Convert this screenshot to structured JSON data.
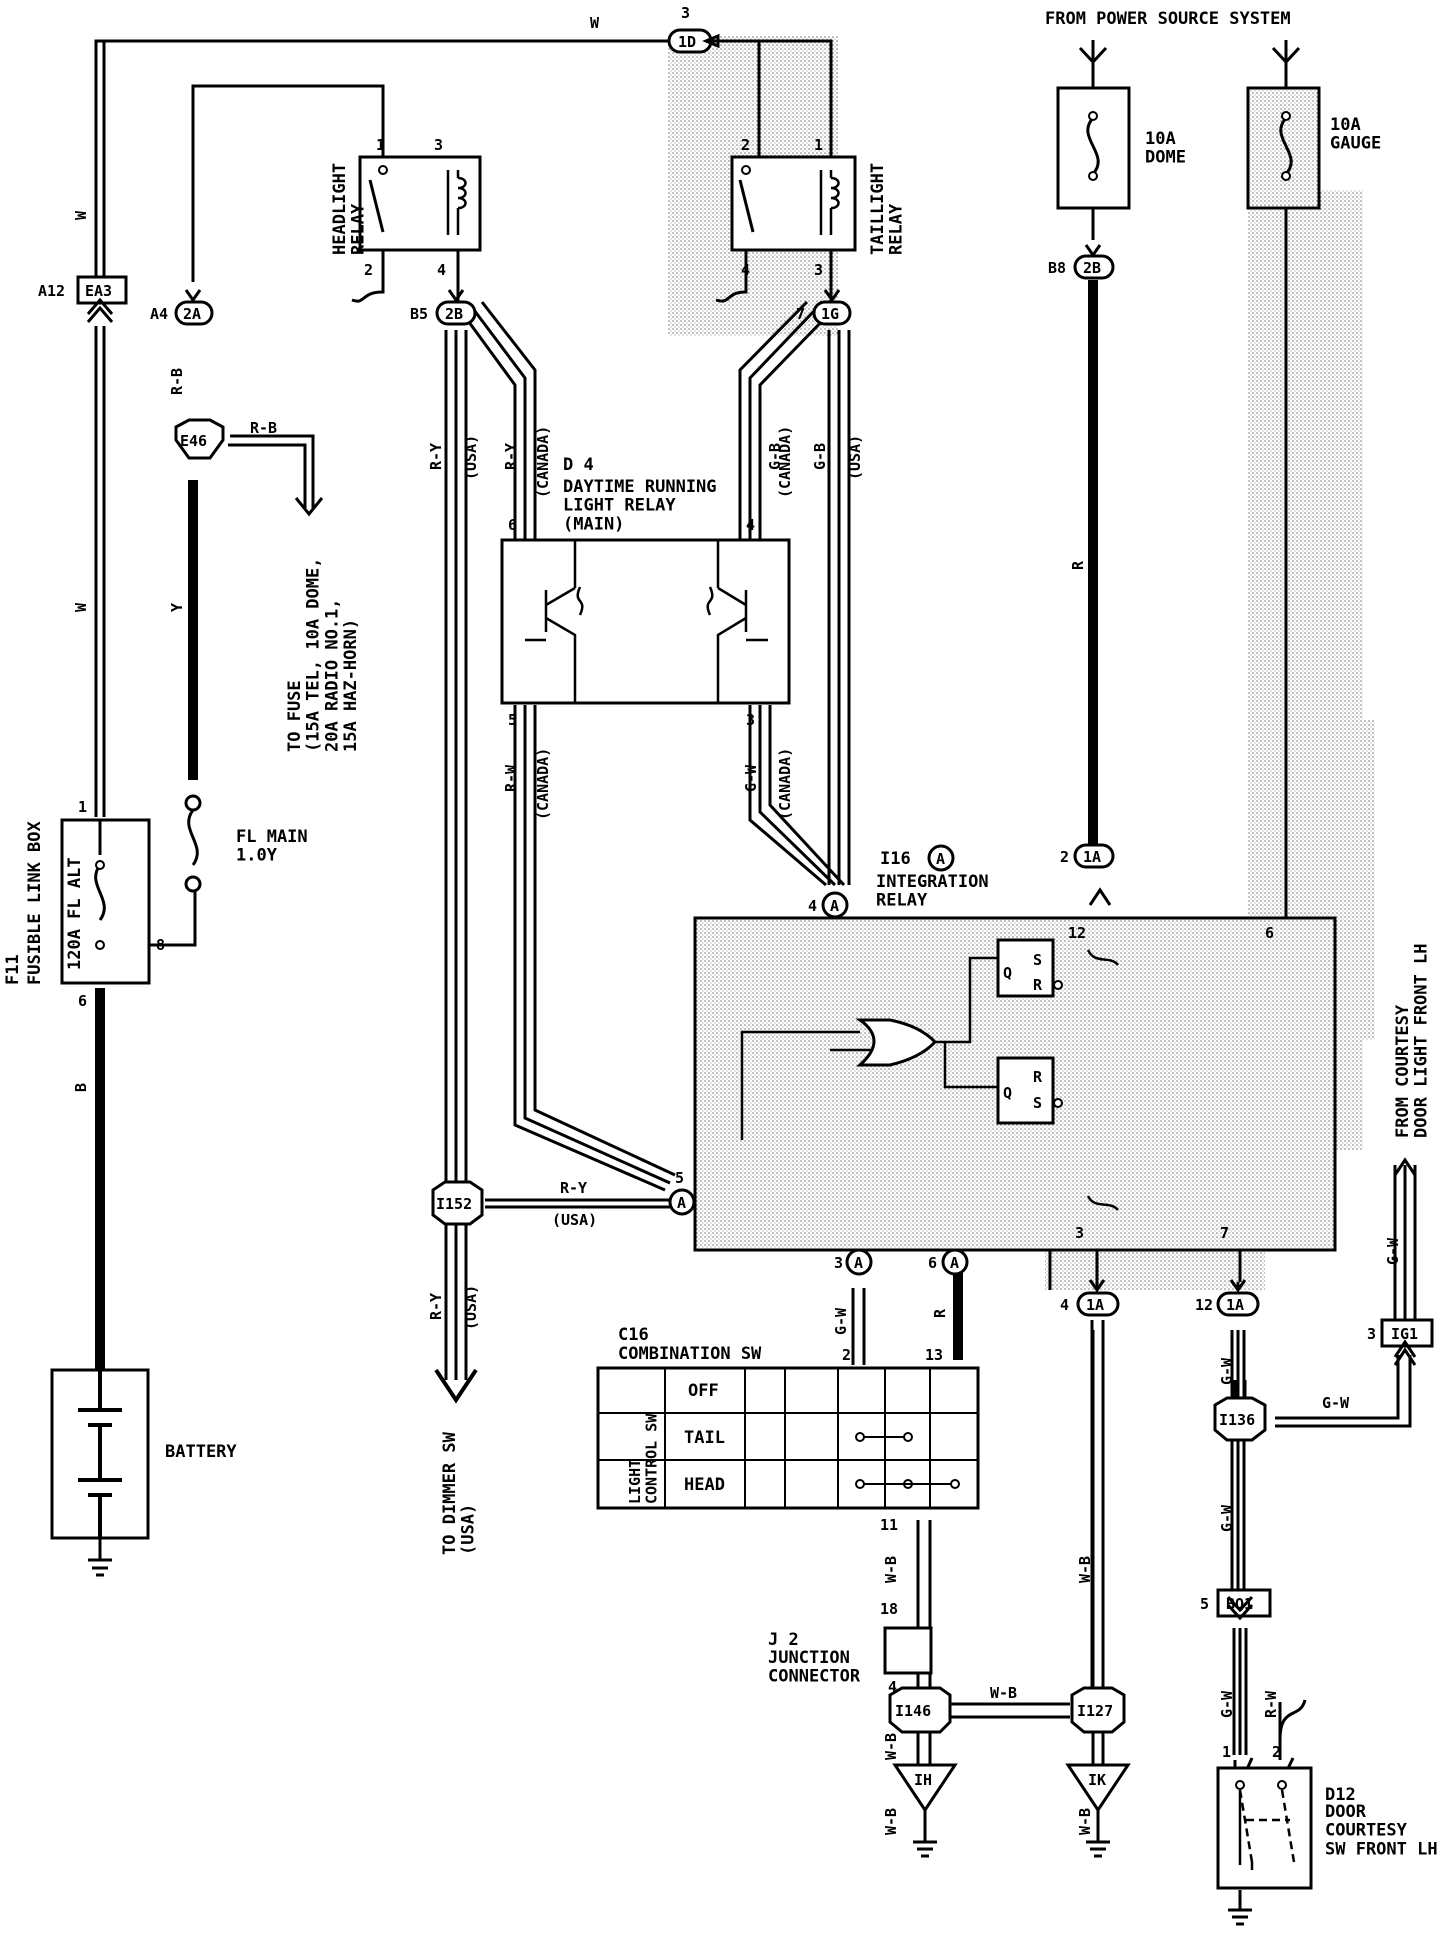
{
  "header": {
    "power_source": "FROM POWER SOURCE SYSTEM"
  },
  "fuses": {
    "dome": "10A\nDOME",
    "gauge": "10A\nGAUGE"
  },
  "relays": {
    "headlight": "HEADLIGHT\nRELAY",
    "taillight": "TAILLIGHT\nRELAY",
    "pins_headlight": [
      "1",
      "3",
      "2",
      "4"
    ],
    "pins_taillight": [
      "2",
      "1",
      "4",
      "3"
    ]
  },
  "connectors": {
    "c_1D": "1D",
    "c_1D_pin": "3",
    "c_2A": "2A",
    "c_2A_ref": "A4",
    "c_2B_left": "2B",
    "c_2B_left_ref": "B5",
    "c_1G": "1G",
    "c_1G_pin": "7",
    "c_2B_right": "2B",
    "c_2B_right_ref": "B8",
    "c_EA3": "EA3",
    "c_EA3_ref": "A12",
    "c_E46": "E46",
    "c_I152": "I152",
    "c_1A_top": "1A",
    "c_1A_top_pin": "2",
    "c_A_4": "A",
    "c_A_4_pin": "4",
    "c_A_5": "A",
    "c_A_5_pin": "5",
    "c_A_3": "A",
    "c_A_3_pin": "3",
    "c_A_6": "A",
    "c_A_6_pin": "6",
    "c_1A_left": "1A",
    "c_1A_left_pin": "4",
    "c_1A_right": "1A",
    "c_1A_right_pin": "12",
    "c_IG1": "IG1",
    "c_IG1_pin": "3",
    "c_I136": "I136",
    "c_BQ1": "BQ1",
    "c_BQ1_pin": "5",
    "c_I146": "I146",
    "c_I127": "I127",
    "c_IH": "IH",
    "c_IK": "IK"
  },
  "components": {
    "d4_id": "D 4",
    "d4_name": "DAYTIME RUNNING\nLIGHT RELAY\n(MAIN)",
    "d4_pins": [
      "6",
      "4",
      "5",
      "3"
    ],
    "i16_id": "I16",
    "i16_circle": "A",
    "i16_name": "INTEGRATION\nRELAY",
    "i16_pins": [
      "12",
      "6",
      "3",
      "7"
    ],
    "c16_id": "C16",
    "c16_name": "COMBINATION SW",
    "c16_pins": [
      "2",
      "13",
      "11"
    ],
    "c16_group": "LIGHT\nCONTROL SW",
    "c16_rows": [
      "OFF",
      "TAIL",
      "HEAD"
    ],
    "j2_id": "J 2",
    "j2_name": "JUNCTION\nCONNECTOR",
    "j2_pins": [
      "18",
      "4"
    ],
    "d12_id": "D12",
    "d12_name": "DOOR\nCOURTESY\nSW FRONT LH",
    "d12_pins": [
      "1",
      "2"
    ],
    "f11_id": "F11",
    "f11_name": "FUSIBLE LINK BOX",
    "f11_fuse": "120A FL ALT",
    "f11_pins": [
      "1",
      "8",
      "6"
    ],
    "fl_main": "FL MAIN\n1.0Y",
    "battery": "BATTERY",
    "flipflop": {
      "q": "Q",
      "s": "S",
      "r": "R"
    }
  },
  "wire_labels": {
    "w": "W",
    "r_b": "R-B",
    "y": "Y",
    "b": "B",
    "r": "R",
    "r_y": "R-Y",
    "g_b": "G-B",
    "r_w": "R-W",
    "g_w": "G-W",
    "w_b": "W-B",
    "usa": "(USA)",
    "canada": "(CANADA)"
  },
  "notes": {
    "to_fuse": "TO FUSE\n(15A TEL, 10A DOME,\n20A RADIO NO.1,\n15A HAZ-HORN)",
    "to_dimmer": "TO DIMMER SW\n(USA)",
    "from_door": "FROM COURTESY\nDOOR LIGHT FRONT LH"
  }
}
